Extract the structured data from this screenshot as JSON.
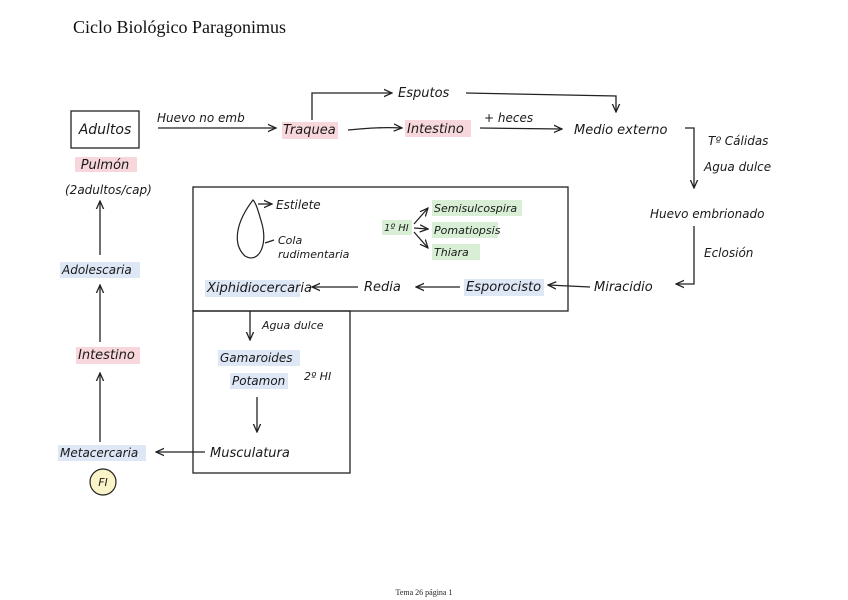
{
  "title": "Ciclo Biológico Paragonimus",
  "footer": "Tema 26 página 1",
  "nodes": {
    "adultos": "Adultos",
    "pulmon": "Pulmón",
    "pulmon_detail": "(2adultos/cap)",
    "huevo_no_emb": "Huevo no emb",
    "traquea": "Traquea",
    "esputos": "Esputos",
    "intestino_top": "Intestino",
    "heces": "+ heces",
    "medio_externo": "Medio externo",
    "temp": "Tº Cálidas",
    "agua_dulce_top": "Agua dulce",
    "huevo_embrionado": "Huevo embrionado",
    "eclosion": "Eclosión",
    "miracidio": "Miracidio",
    "esporocisto": "Esporocisto",
    "redia": "Redia",
    "xiphidiocercaria": "Xiphidiocercaria",
    "estilete": "Estilete",
    "cola": "Cola",
    "rudimentaria": "rudimentaria",
    "hi1": "1º HI",
    "semisulcospira": "Semisulcospira",
    "pomatiopsis": "Pomatiopsis",
    "thiara": "Thiara",
    "agua_dulce_mid": "Agua dulce",
    "gamaroides": "Gamaroides",
    "potamon": "Potamon",
    "hi2": "2º HI",
    "musculatura": "Musculatura",
    "metacercaria": "Metacercaria",
    "fi": "FI",
    "intestino_left": "Intestino",
    "adolescaria": "Adolescaria"
  },
  "colors": {
    "pink_highlight": "#f8d7dc",
    "blue_highlight": "#dde7f6",
    "green_highlight": "#d8efd6",
    "yellow_circle": "#fbf4c8"
  }
}
